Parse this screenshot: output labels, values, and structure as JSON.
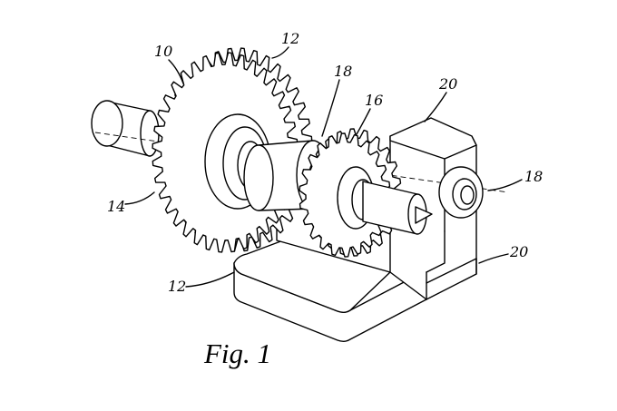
{
  "figure": {
    "caption": "Fig. 1",
    "ref_labels": {
      "large_gear": "10",
      "large_gear_top": "12",
      "base": "12",
      "shaft_end": "14",
      "small_gear": "16",
      "shaft_center": "18",
      "shaft_right": "18",
      "block_top": "20",
      "block_bottom": "20"
    }
  }
}
